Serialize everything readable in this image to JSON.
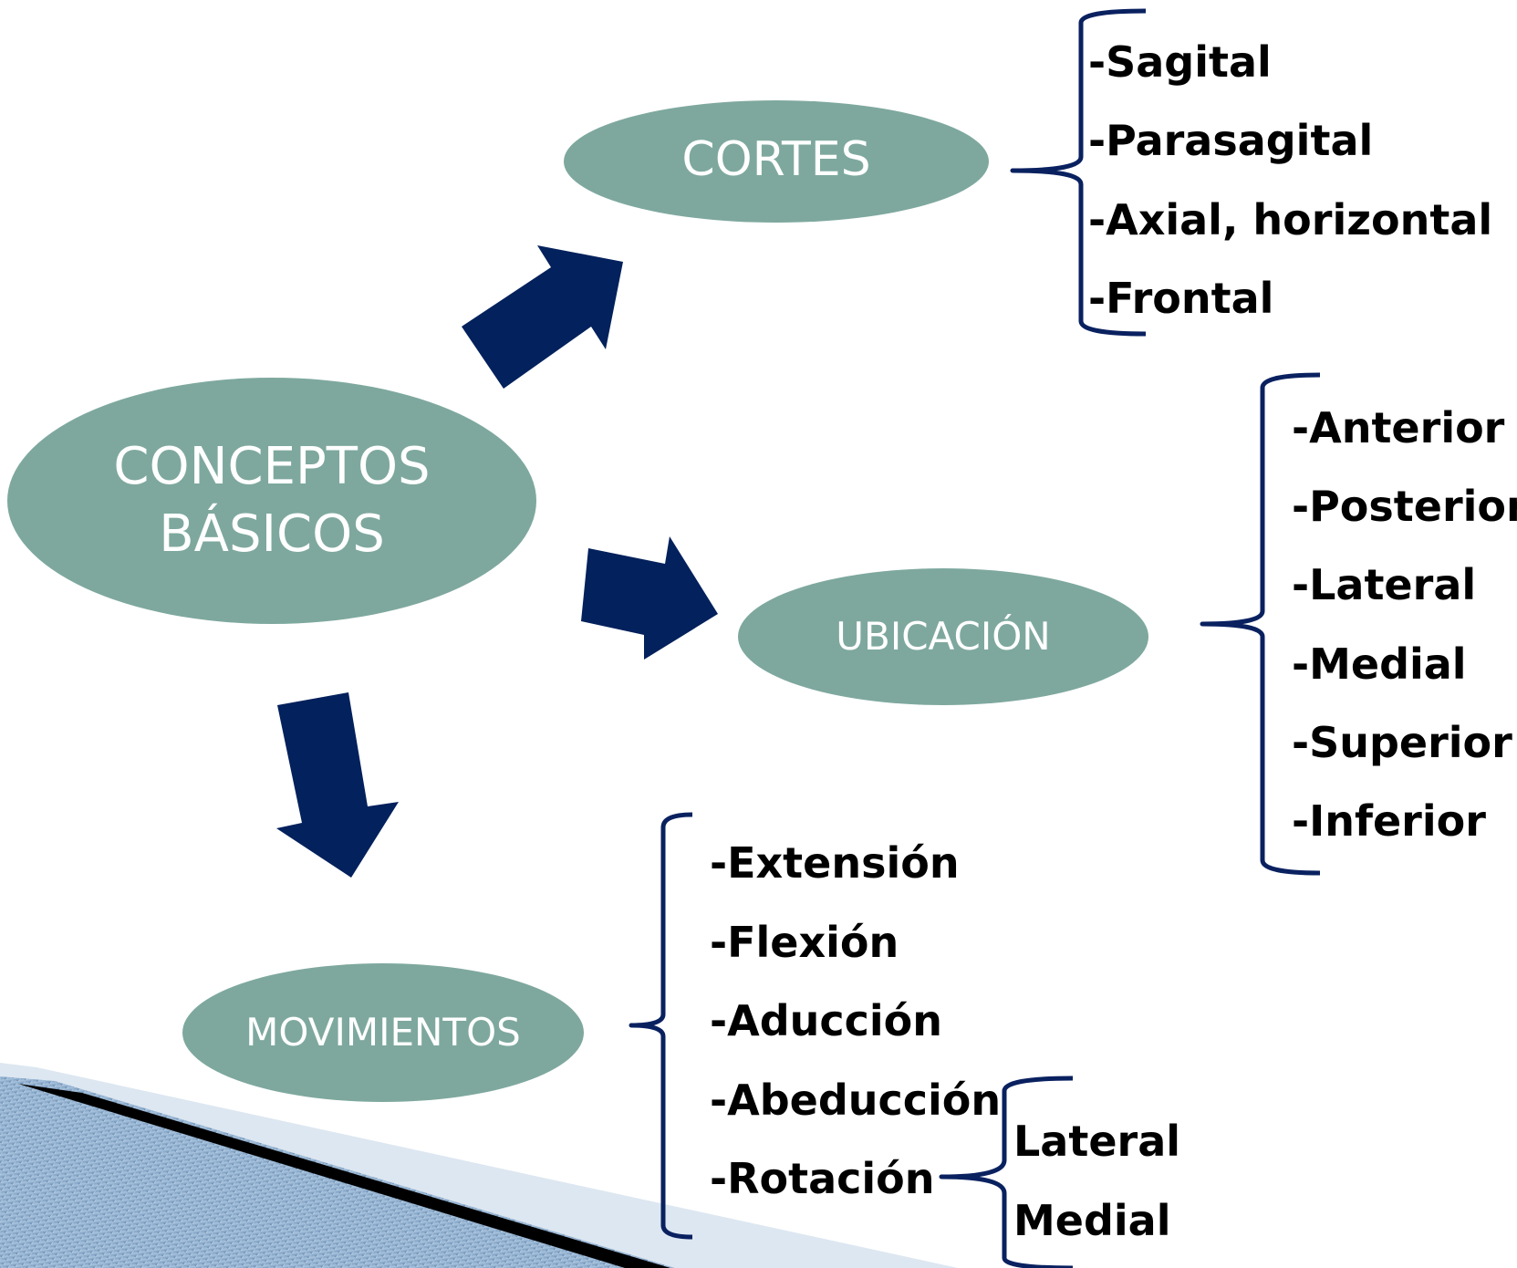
{
  "colors": {
    "node_fill": "#7ea89e",
    "arrow_fill": "#03215c",
    "bracket_stroke": "#0a2160",
    "node_text": "#ffffff",
    "item_text": "#000000"
  },
  "center": {
    "line1": "CONCEPTOS",
    "line2": "BÁSICOS"
  },
  "cortes": {
    "label": "CORTES",
    "items": [
      "-Sagital",
      "-Parasagital",
      "-Axial, horizontal",
      "-Frontal"
    ]
  },
  "ubicacion": {
    "label": "UBICACIÓN",
    "items": [
      "-Anterior",
      "-Posterior",
      "-Lateral",
      "-Medial",
      "-Superior",
      "-Inferior"
    ]
  },
  "movimientos": {
    "label": "MOVIMIENTOS",
    "items": [
      "-Extensión",
      "-Flexión",
      "-Aducción",
      "-Abeducción",
      "-Rotación"
    ],
    "rotacion_sub": [
      "Lateral",
      "Medial"
    ]
  }
}
